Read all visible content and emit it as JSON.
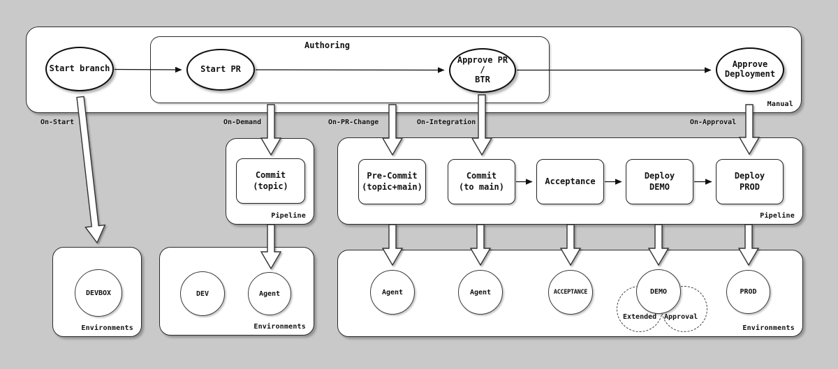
{
  "colors": {
    "background": "#c9c9c9",
    "shape_fill": "#ffffff",
    "border": "#1a1a1a"
  },
  "top_row": {
    "manual_label": "Manual",
    "authoring_label": "Authoring",
    "start_branch": "Start branch",
    "start_pr": "Start PR",
    "approve_pr_btr": "Approve PR\n/\nBTR",
    "approve_deployment": "Approve\nDeployment"
  },
  "triggers": {
    "on_start": "On-Start",
    "on_demand": "On-Demand",
    "on_pr_change": "On-PR-Change",
    "on_integration": "On-Integration",
    "on_approval": "On-Approval"
  },
  "topic_pipeline": {
    "corner_label": "Pipeline",
    "commit_topic": "Commit\n(topic)"
  },
  "main_pipeline": {
    "corner_label": "Pipeline",
    "pre_commit": "Pre-Commit\n(topic+main)",
    "commit_to_main": "Commit\n(to main)",
    "acceptance": "Acceptance",
    "deploy_demo": "Deploy\nDEMO",
    "deploy_prod": "Deploy\nPROD"
  },
  "devbox_environments": {
    "corner_label": "Environments",
    "devbox": "DEVBOX"
  },
  "dev_environments": {
    "corner_label": "Environments",
    "dev": "DEV",
    "agent": "Agent"
  },
  "main_environments": {
    "corner_label": "Environments",
    "agent_1": "Agent",
    "agent_2": "Agent",
    "acceptance": "ACCEPTANCE",
    "demo": "DEMO",
    "prod": "PROD",
    "extended": "Extended",
    "approval": "Approval"
  }
}
